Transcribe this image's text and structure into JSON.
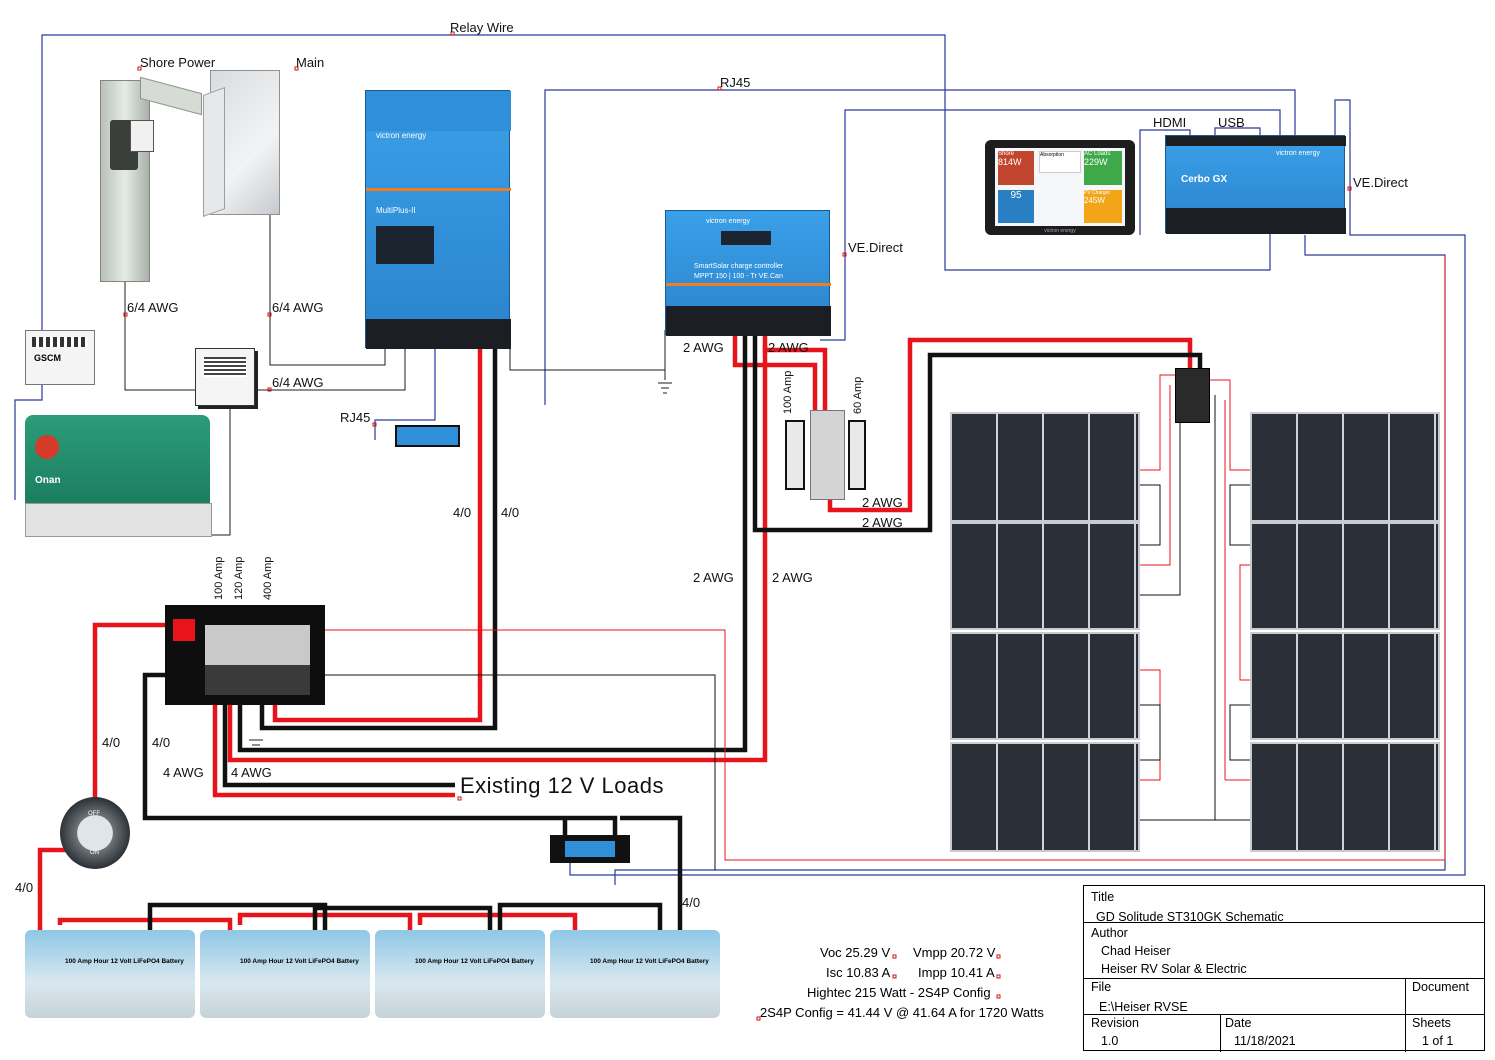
{
  "labels": {
    "relay_wire": "Relay Wire",
    "rj45_top": "RJ45",
    "rj45_bottom": "RJ45",
    "shore_power": "Shore Power",
    "main": "Main",
    "hdmi": "HDMI",
    "usb": "USB",
    "ve_direct_right": "VE.Direct",
    "ve_direct_mppt": "VE.Direct",
    "awg_6_4_left": "6/4 AWG",
    "awg_6_4_mid": "6/4 AWG",
    "awg_6_4_bottom": "6/4 AWG",
    "awg_2_mppt_left": "2 AWG",
    "awg_2_mppt_right": "2 AWG",
    "awg_2_breaker_top": "2 AWG",
    "awg_2_breaker_bottom": "2 AWG",
    "awg_2_mid_left": "2 AWG",
    "awg_2_mid_right": "2 AWG",
    "cable_4_0_left": "4/0",
    "cable_4_0_right": "4/0",
    "cable_4_0_bus_a": "4/0",
    "cable_4_0_bus_b": "4/0",
    "cable_4_0_battery_left": "4/0",
    "cable_4_0_battery_right": "4/0",
    "awg_4_left": "4 AWG",
    "awg_4_right": "4 AWG",
    "fuse_100": "100 Amp",
    "fuse_120": "120 Amp",
    "fuse_400": "400 Amp",
    "breaker_100": "100 Amp",
    "breaker_60": "60 Amp",
    "existing_loads": "Existing 12 V Loads"
  },
  "devices": {
    "multiplus_brand": "victron energy",
    "multiplus_model": "MultiPlus-II",
    "mppt_brand": "victron energy",
    "mppt_model": "SmartSolar charge controller",
    "mppt_rating": "MPPT 150 | 100 - Tr  VE.Can",
    "cerbo_brand": "victron energy",
    "cerbo_model": "Cerbo GX",
    "gx_touch_brand": "victron energy",
    "gx_shore": "Shore",
    "gx_shore_val": "814W",
    "gx_absorption": "Absorption",
    "gx_ac_loads": "AC Loads",
    "gx_ac_loads_val": "229W",
    "gx_soc": "95",
    "gx_pv": "PV Charger",
    "gx_pv_val": "245W",
    "onan_brand": "Onan",
    "gscm_label": "GSCM",
    "battery_label": "100 Amp Hour 12 Volt LiFePO4 Battery",
    "switch_off": "OFF",
    "switch_on": "ON"
  },
  "specs": {
    "voc": "Voc 25.29 V",
    "vmpp": "Vmpp 20.72 V",
    "isc": "Isc 10.83 A",
    "impp": "Impp 10.41 A",
    "panel": "Hightec 215 Watt - 2S4P Config",
    "config": "2S4P Config = 41.44 V @ 41.64 A for 1720 Watts"
  },
  "title_block": {
    "title_label": "Title",
    "title_value": "GD Solitude ST310GK Schematic",
    "author_label": "Author",
    "author_name": "Chad Heiser",
    "author_company": "Heiser RV Solar & Electric",
    "file_label": "File",
    "file_value": "E:\\Heiser RVSE",
    "document_label": "Document",
    "revision_label": "Revision",
    "revision_value": "1.0",
    "date_label": "Date",
    "date_value": "11/18/2021",
    "sheets_label": "Sheets",
    "sheets_value": "1 of 1"
  },
  "colors": {
    "positive_wire": "#e8141c",
    "negative_wire": "#111111",
    "signal_wire": "#2b3a9c",
    "victron_blue": "#2f8fd8",
    "panel_dark": "#2a2f38"
  }
}
